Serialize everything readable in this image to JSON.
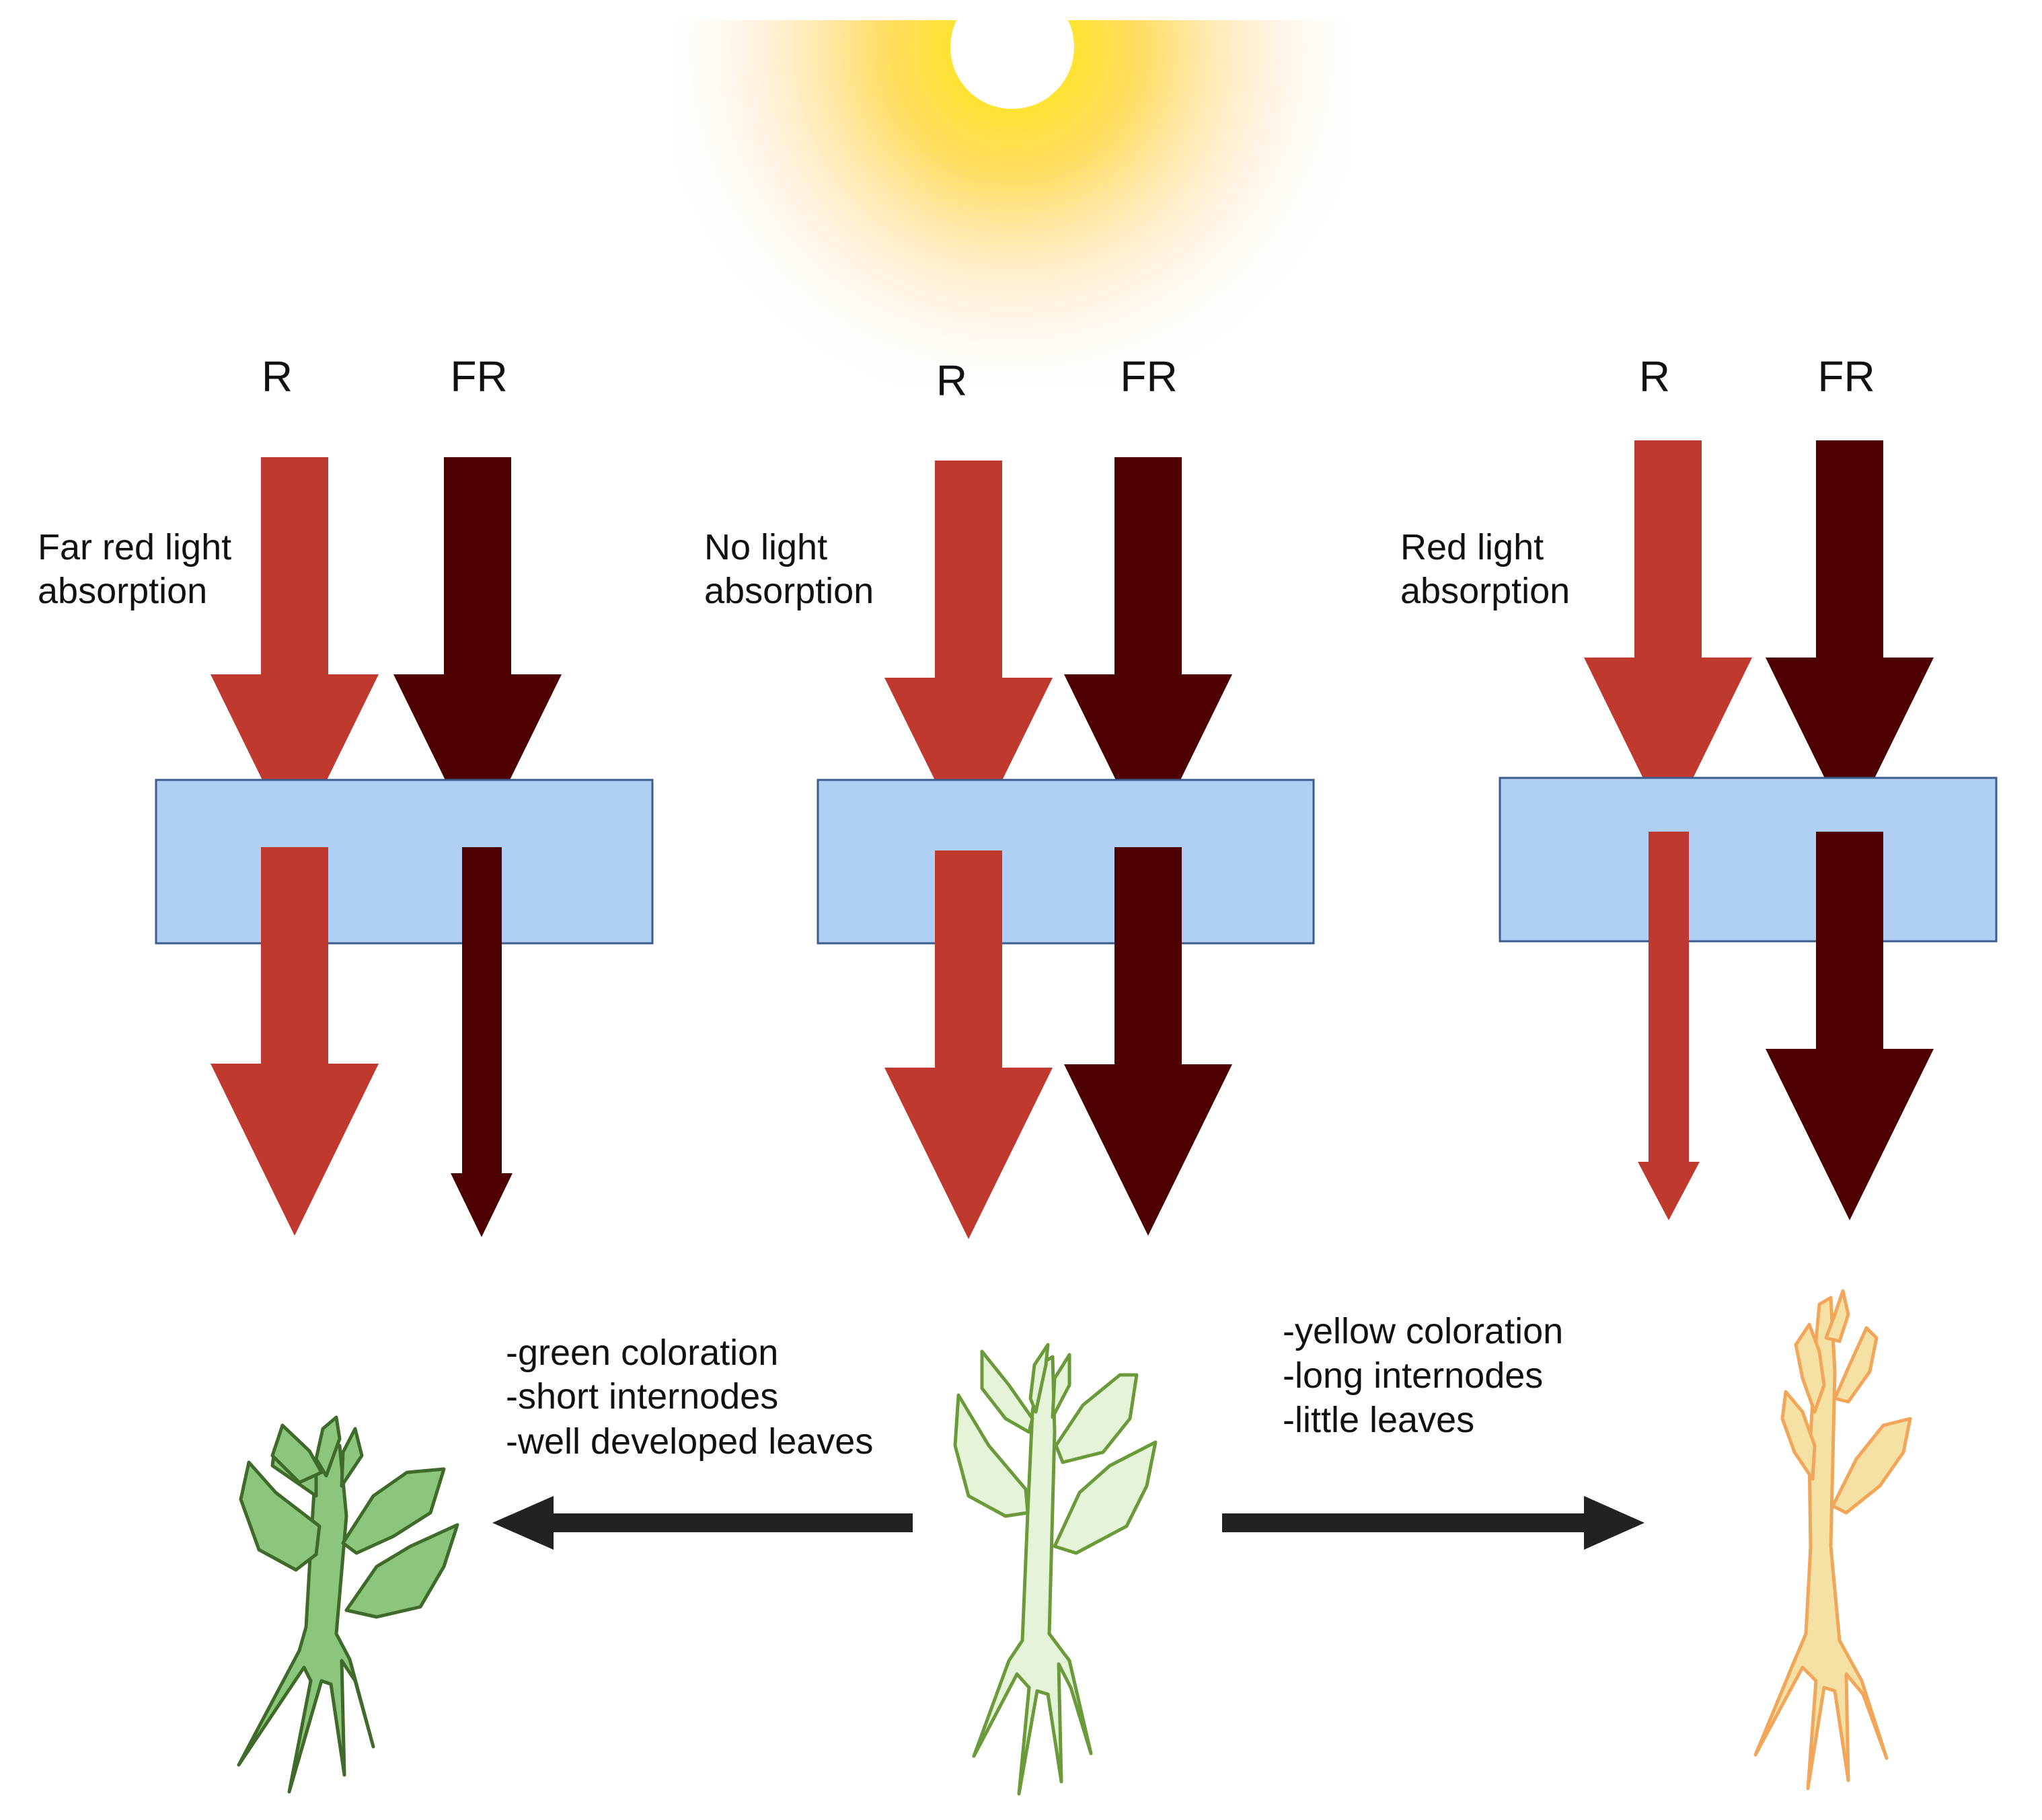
{
  "panels": [
    {
      "r_label": "R",
      "fr_label": "FR",
      "absorption_line1": "Far red light",
      "absorption_line2": "absorption",
      "r_transmitted": "strong",
      "fr_transmitted": "weak"
    },
    {
      "r_label": "R",
      "fr_label": "FR",
      "absorption_line1": "No light",
      "absorption_line2": "absorption",
      "r_transmitted": "strong",
      "fr_transmitted": "strong"
    },
    {
      "r_label": "R",
      "fr_label": "FR",
      "absorption_line1": "Red light",
      "absorption_line2": "absorption",
      "r_transmitted": "weak",
      "fr_transmitted": "strong"
    }
  ],
  "left_outcome": {
    "line1": "-green coloration",
    "line2": "-short internodes",
    "line3": "-well developed leaves"
  },
  "right_outcome": {
    "line1": "-yellow coloration",
    "line2": "-long internodes",
    "line3": "-little leaves"
  },
  "colors": {
    "red_light": "#c0392f",
    "far_red_light": "#4e0000",
    "filter": "#afcff5",
    "filter_border": "#3b5c8a",
    "sun": "#ffe600",
    "process_arrow": "#222222",
    "plant_green": "#8cc57c",
    "plant_pale": "#e5f4d9",
    "plant_yellow": "#f6e1a4"
  },
  "icons": {
    "sun": "sun-icon",
    "left_plant": "green-plant-icon",
    "middle_plant": "pale-plant-icon",
    "right_plant": "etiolated-plant-icon"
  }
}
